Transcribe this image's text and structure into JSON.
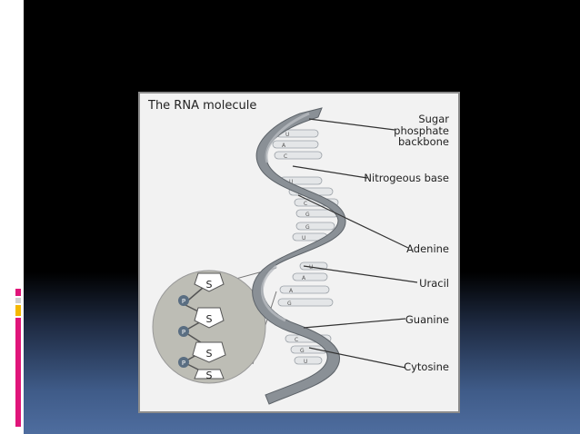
{
  "diagram": {
    "title": "The RNA molecule",
    "labels": {
      "sugar_phosphate_1": "Sugar",
      "sugar_phosphate_2": "phosphate",
      "sugar_phosphate_3": "backbone",
      "nitrogeous_base": "Nitrogeous base",
      "adenine": "Adenine",
      "uracil": "Uracil",
      "guanine": "Guanine",
      "cytosine": "Cytosine"
    },
    "inset": {
      "phosphate": "P",
      "sugar": "S"
    },
    "base_letters": [
      "U",
      "A",
      "C",
      "U",
      "A",
      "C",
      "G",
      "G",
      "U",
      "U",
      "A",
      "A",
      "G",
      "C",
      "G",
      "U"
    ]
  },
  "colors": {
    "slide_top": "#000000",
    "slide_bottom": "#4e6d9f",
    "panel": "#f2f2f2",
    "backbone": "#8a9096",
    "accent_pink": "#e0157a",
    "accent_yellow": "#f5b800"
  }
}
